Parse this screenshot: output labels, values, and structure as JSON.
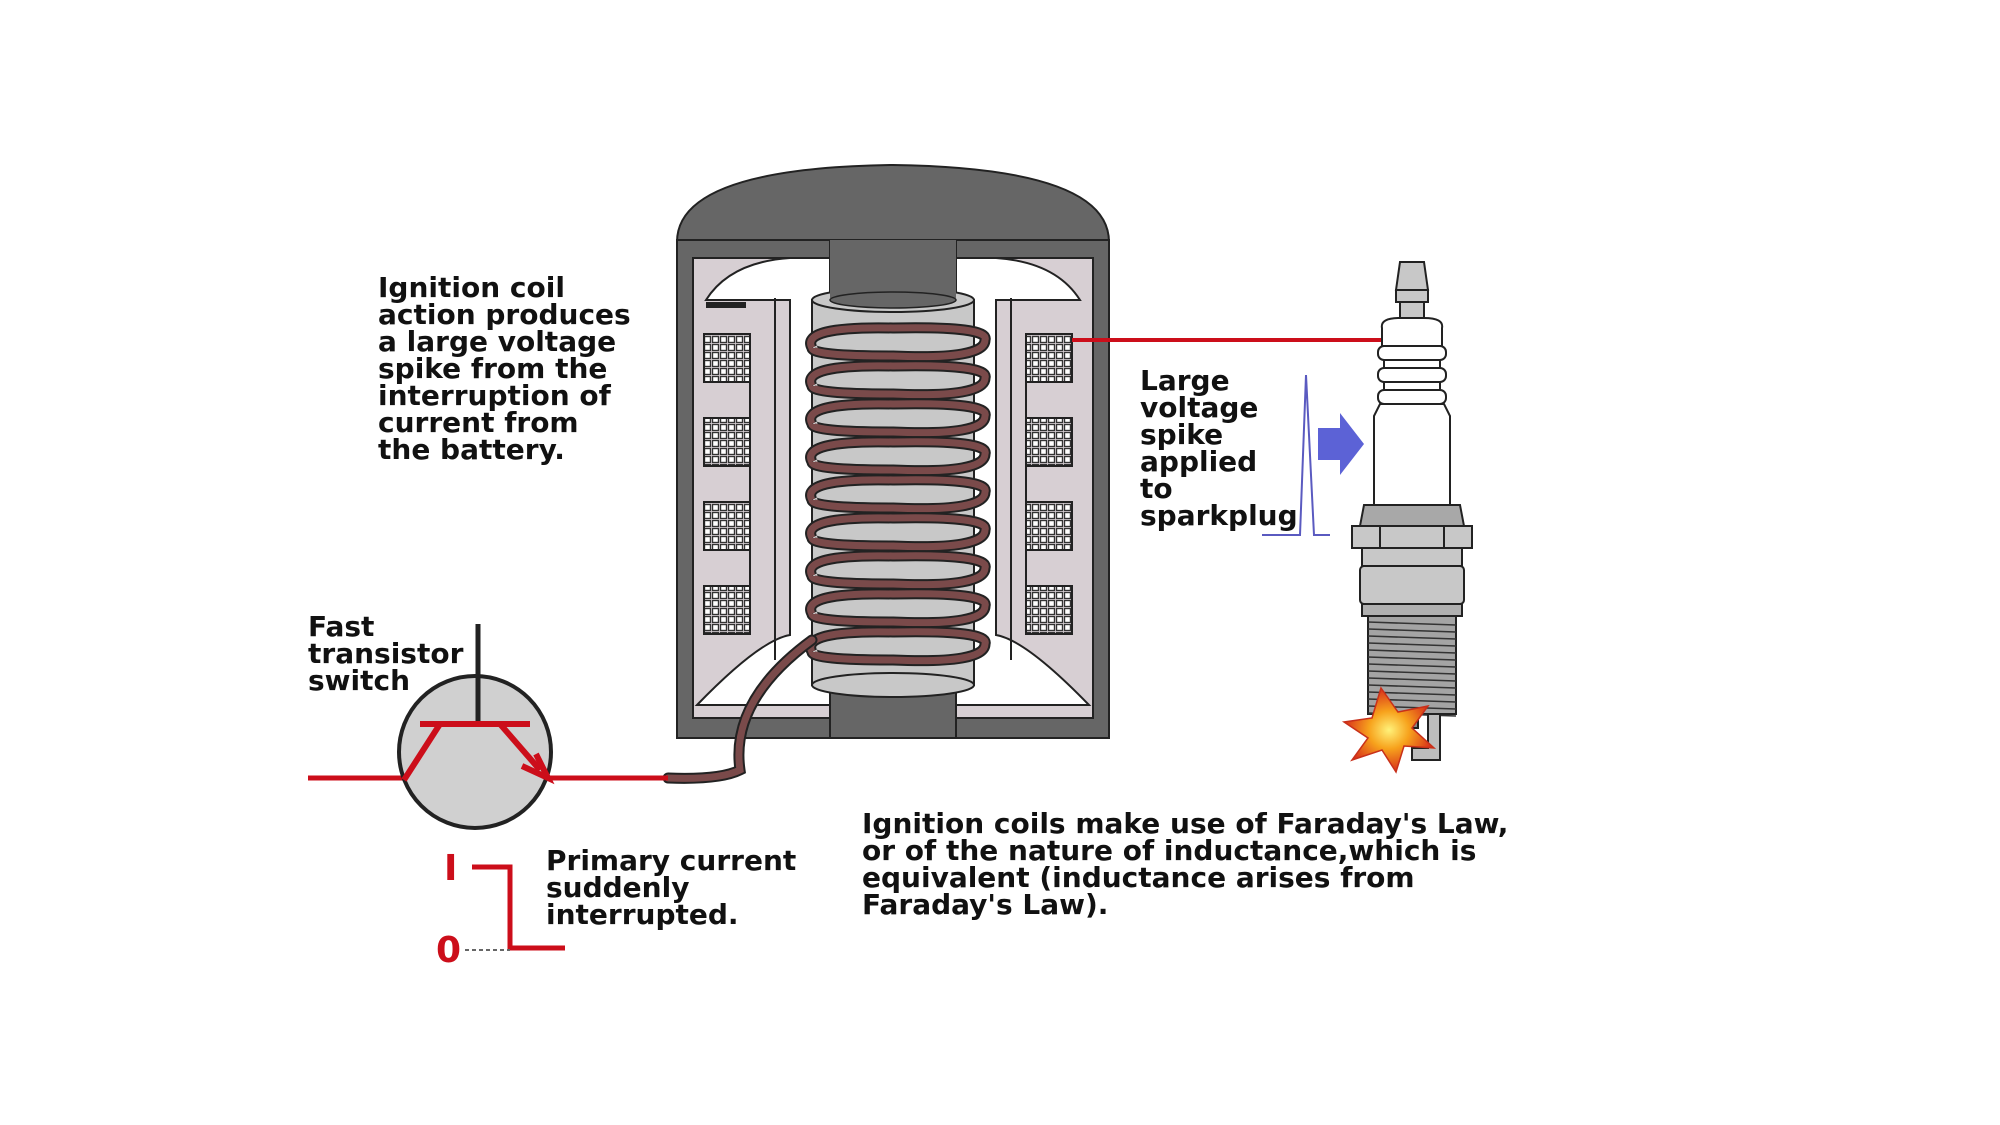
{
  "annotations": {
    "coil_action": "Ignition coil\naction produces\na large voltage\nspike from the\ninterruption of\ncurrent from\nthe battery.",
    "transistor": "Fast\ntransistor\nswitch",
    "spike": "Large\nvoltage\nspike\napplied\nto\nsparkplug",
    "primary_current": "Primary current\nsuddenly\ninterrupted.",
    "faraday": "Ignition coils make use of Faraday's Law,\nor of the nature of inductance,which is\nequivalent (inductance arises from\nFaraday's Law)."
  },
  "graph_labels": {
    "current_high": "I",
    "current_zero": "0"
  },
  "colors": {
    "wire_red": "#cc0e1a",
    "coil_copper": "#7a4a4a",
    "housing_dark": "#666666",
    "core_gray": "#c8c8c8",
    "arrow_blue": "#5c62d6",
    "spike_blue": "#5a5ac0",
    "spark_orange": "#f07a10"
  },
  "icons": [
    "transistor-symbol-icon",
    "ignition-coil-icon",
    "spark-plug-icon",
    "spark-burst-icon",
    "right-arrow-icon"
  ]
}
